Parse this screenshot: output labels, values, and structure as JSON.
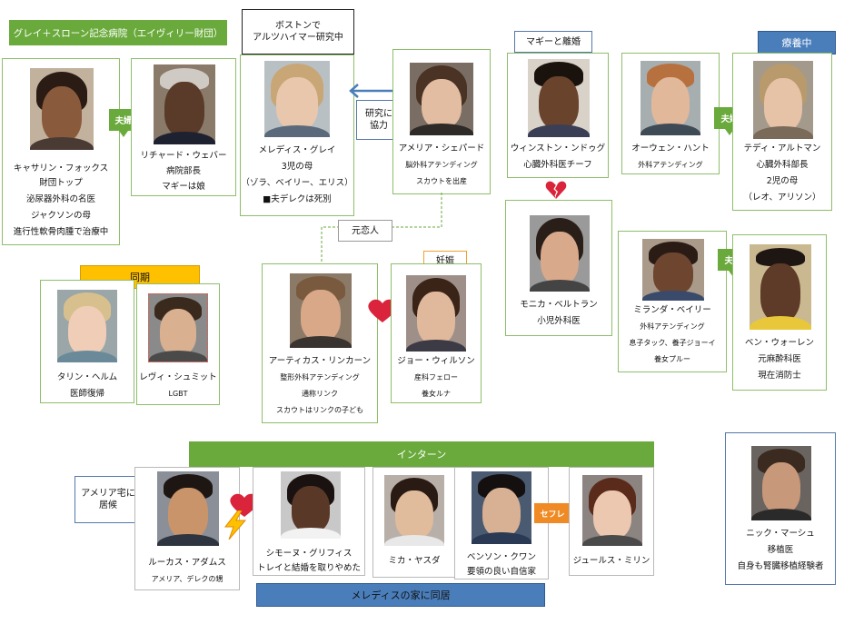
{
  "header_label": "グレイ＋スローン記念病院（エイヴィリー財団）",
  "callouts": {
    "boston": [
      "ボストンで",
      "アルツハイマー研究中"
    ],
    "research": [
      "研究に",
      "協力"
    ],
    "ex_lover": "元恋人",
    "pregnant": "妊娠",
    "maggie_divorce": "マギーと離婚",
    "convalescing": "療養中",
    "amelia_house": [
      "アメリア宅に",
      "居候"
    ]
  },
  "badges": {
    "couple1": "夫婦",
    "couple2": "夫婦",
    "couple3": "夫婦",
    "sefure": "セフレ"
  },
  "sections": {
    "douki": "同期",
    "intern": "インターン",
    "meredith_house": "メレディスの家に同居"
  },
  "people": {
    "catherine": [
      "キャサリン・フォックス",
      "財団トップ",
      "泌尿器外科の名医",
      "ジャクソンの母",
      "進行性軟骨肉腫で治療中"
    ],
    "richard": [
      "リチャード・ウェバー",
      "病院部長",
      "マギーは娘"
    ],
    "meredith": [
      "メレディス・グレイ",
      "3児の母",
      "（ゾラ、ベイリー、エリス）",
      "■夫デレクは死別"
    ],
    "amelia": [
      "アメリア・シェパード",
      "脳外科アテンディング",
      "スカウトを出産"
    ],
    "winston": [
      "ウィンストン・ンドゥグ",
      "心臓外科医チーフ"
    ],
    "owen": [
      "オーウェン・ハント",
      "外科アテンディング"
    ],
    "teddy": [
      "テディ・アルトマン",
      "心臓外科部長",
      "2児の母",
      "（レオ、アリソン）"
    ],
    "monica": [
      "モニカ・ベルトラン",
      "小児外科医"
    ],
    "miranda": [
      "ミランダ・ベイリー",
      "外科アテンディング",
      "息子タック、養子ジョーイ",
      "養女プルー"
    ],
    "ben": [
      "ベン・ウォーレン",
      "元麻酔科医",
      "現在消防士"
    ],
    "taryn": [
      "タリン・ヘルム",
      "医師復帰"
    ],
    "levi": [
      "レヴィ・シュミット",
      "LGBT"
    ],
    "atticus": [
      "アーティカス・リンカーン",
      "整形外科アテンディング",
      "通称リンク",
      "スカウトはリンクの子ども"
    ],
    "jo": [
      "ジョー・ウィルソン",
      "産科フェロー",
      "養女ルナ"
    ],
    "lucas": [
      "ルーカス・アダムス",
      "アメリア、デレクの甥"
    ],
    "simone": [
      "シモーヌ・グリフィス",
      "トレイと結婚を取りやめた"
    ],
    "mika": [
      "ミカ・ヤスダ"
    ],
    "benson": [
      "ベンソン・クワン",
      "要領の良い自信家"
    ],
    "jules": [
      "ジュールス・ミリン"
    ],
    "nick": [
      "ニック・マーシュ",
      "移植医",
      "自身も腎臓移植経験者"
    ]
  },
  "colors": {
    "green": "#6aaa3c",
    "card_border": "#8dbe6a",
    "blue_bar": "#4a7ebb",
    "gold": "#ffc000",
    "orange": "#f08a24",
    "heart": "#d9243b"
  },
  "icons": [
    "heart-icon",
    "broken-heart-icon",
    "lightning-icon",
    "arrow-left-icon"
  ]
}
